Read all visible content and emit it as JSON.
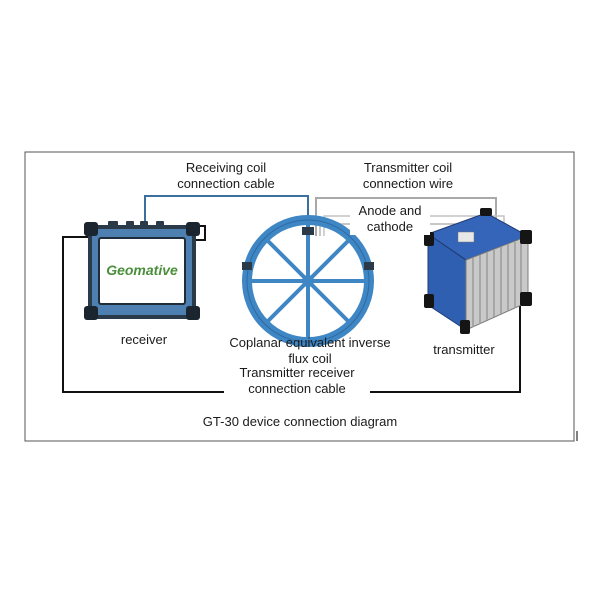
{
  "diagram": {
    "caption": "GT-30 device connection diagram",
    "brand": "Geomative",
    "labels": {
      "receiving_coil_cable": [
        "Receiving coil",
        "connection cable"
      ],
      "transmitter_coil_wire": [
        "Transmitter coil",
        "connection wire"
      ],
      "anode_cathode": [
        "Anode and",
        "cathode"
      ],
      "receiver": "receiver",
      "coil": [
        "Coplanar equivalent inverse",
        "flux coil"
      ],
      "transmitter": "transmitter",
      "tx_rx_cable": [
        "Transmitter receiver",
        "connection cable"
      ]
    },
    "colors": {
      "frame": "#555555",
      "cable_black": "#111111",
      "cable_blue": "#3a6f9e",
      "cable_gray": "#a9a9a9",
      "coil_blue": "#3f86c4",
      "receiver_body": "#4d7fb0",
      "receiver_screen": "#ffffff",
      "transmitter_blue": "#2f5fb0",
      "transmitter_gray": "#c9c9c9",
      "brand_green": "#4a8f3a"
    },
    "icons": [
      "receiver-device-icon",
      "coil-icon",
      "transmitter-device-icon"
    ]
  }
}
